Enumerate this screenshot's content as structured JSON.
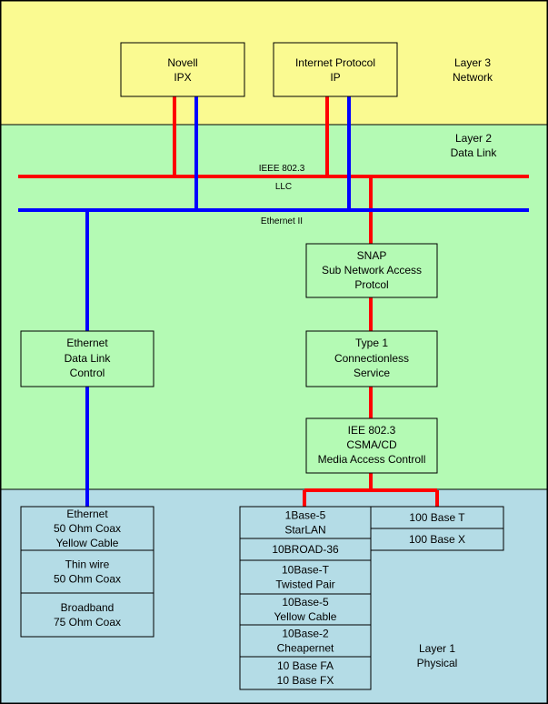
{
  "colors": {
    "layer3_bg": "#FAFA91",
    "layer2_bg": "#B4FAB4",
    "layer1_bg": "#B4DCE6",
    "border": "#000000",
    "red_line": "#FF0000",
    "blue_line": "#0000FF"
  },
  "layers": {
    "layer3": [
      "Layer 3",
      "Network"
    ],
    "layer2": [
      "Layer 2",
      "Data Link"
    ],
    "layer1": [
      "Layer 1",
      "Physical"
    ]
  },
  "buses": {
    "ieee_label": "IEEE 802.3",
    "llc_label": "LLC",
    "ethernet2_label": "Ethernet II"
  },
  "boxes": {
    "novell": [
      "Novell",
      "IPX"
    ],
    "ip": [
      "Internet Protocol",
      "IP"
    ],
    "snap": [
      "SNAP",
      "Sub Network Access",
      "Protcol"
    ],
    "eth_dlc": [
      "Ethernet",
      "Data Link",
      "Control"
    ],
    "type1": [
      "Type 1",
      "Connectionless",
      "Service"
    ],
    "csma": [
      "IEE 802.3",
      "CSMA/CD",
      "Media Access Controll"
    ]
  },
  "left_stack": [
    [
      "Ethernet",
      "50 Ohm Coax",
      "Yellow Cable"
    ],
    [
      "Thin wire",
      "50 Ohm Coax"
    ],
    [
      "Broadband",
      "75 Ohm Coax"
    ]
  ],
  "middle_stack": [
    [
      "1Base-5",
      "StarLAN"
    ],
    [
      "10BROAD-36"
    ],
    [
      "10Base-T",
      "Twisted Pair"
    ],
    [
      "10Base-5",
      "Yellow Cable"
    ],
    [
      "10Base-2",
      "Cheapernet"
    ],
    [
      "10 Base FA",
      "10 Base FX"
    ]
  ],
  "right_stack": [
    [
      "100 Base T"
    ],
    [
      "100 Base X"
    ]
  ]
}
